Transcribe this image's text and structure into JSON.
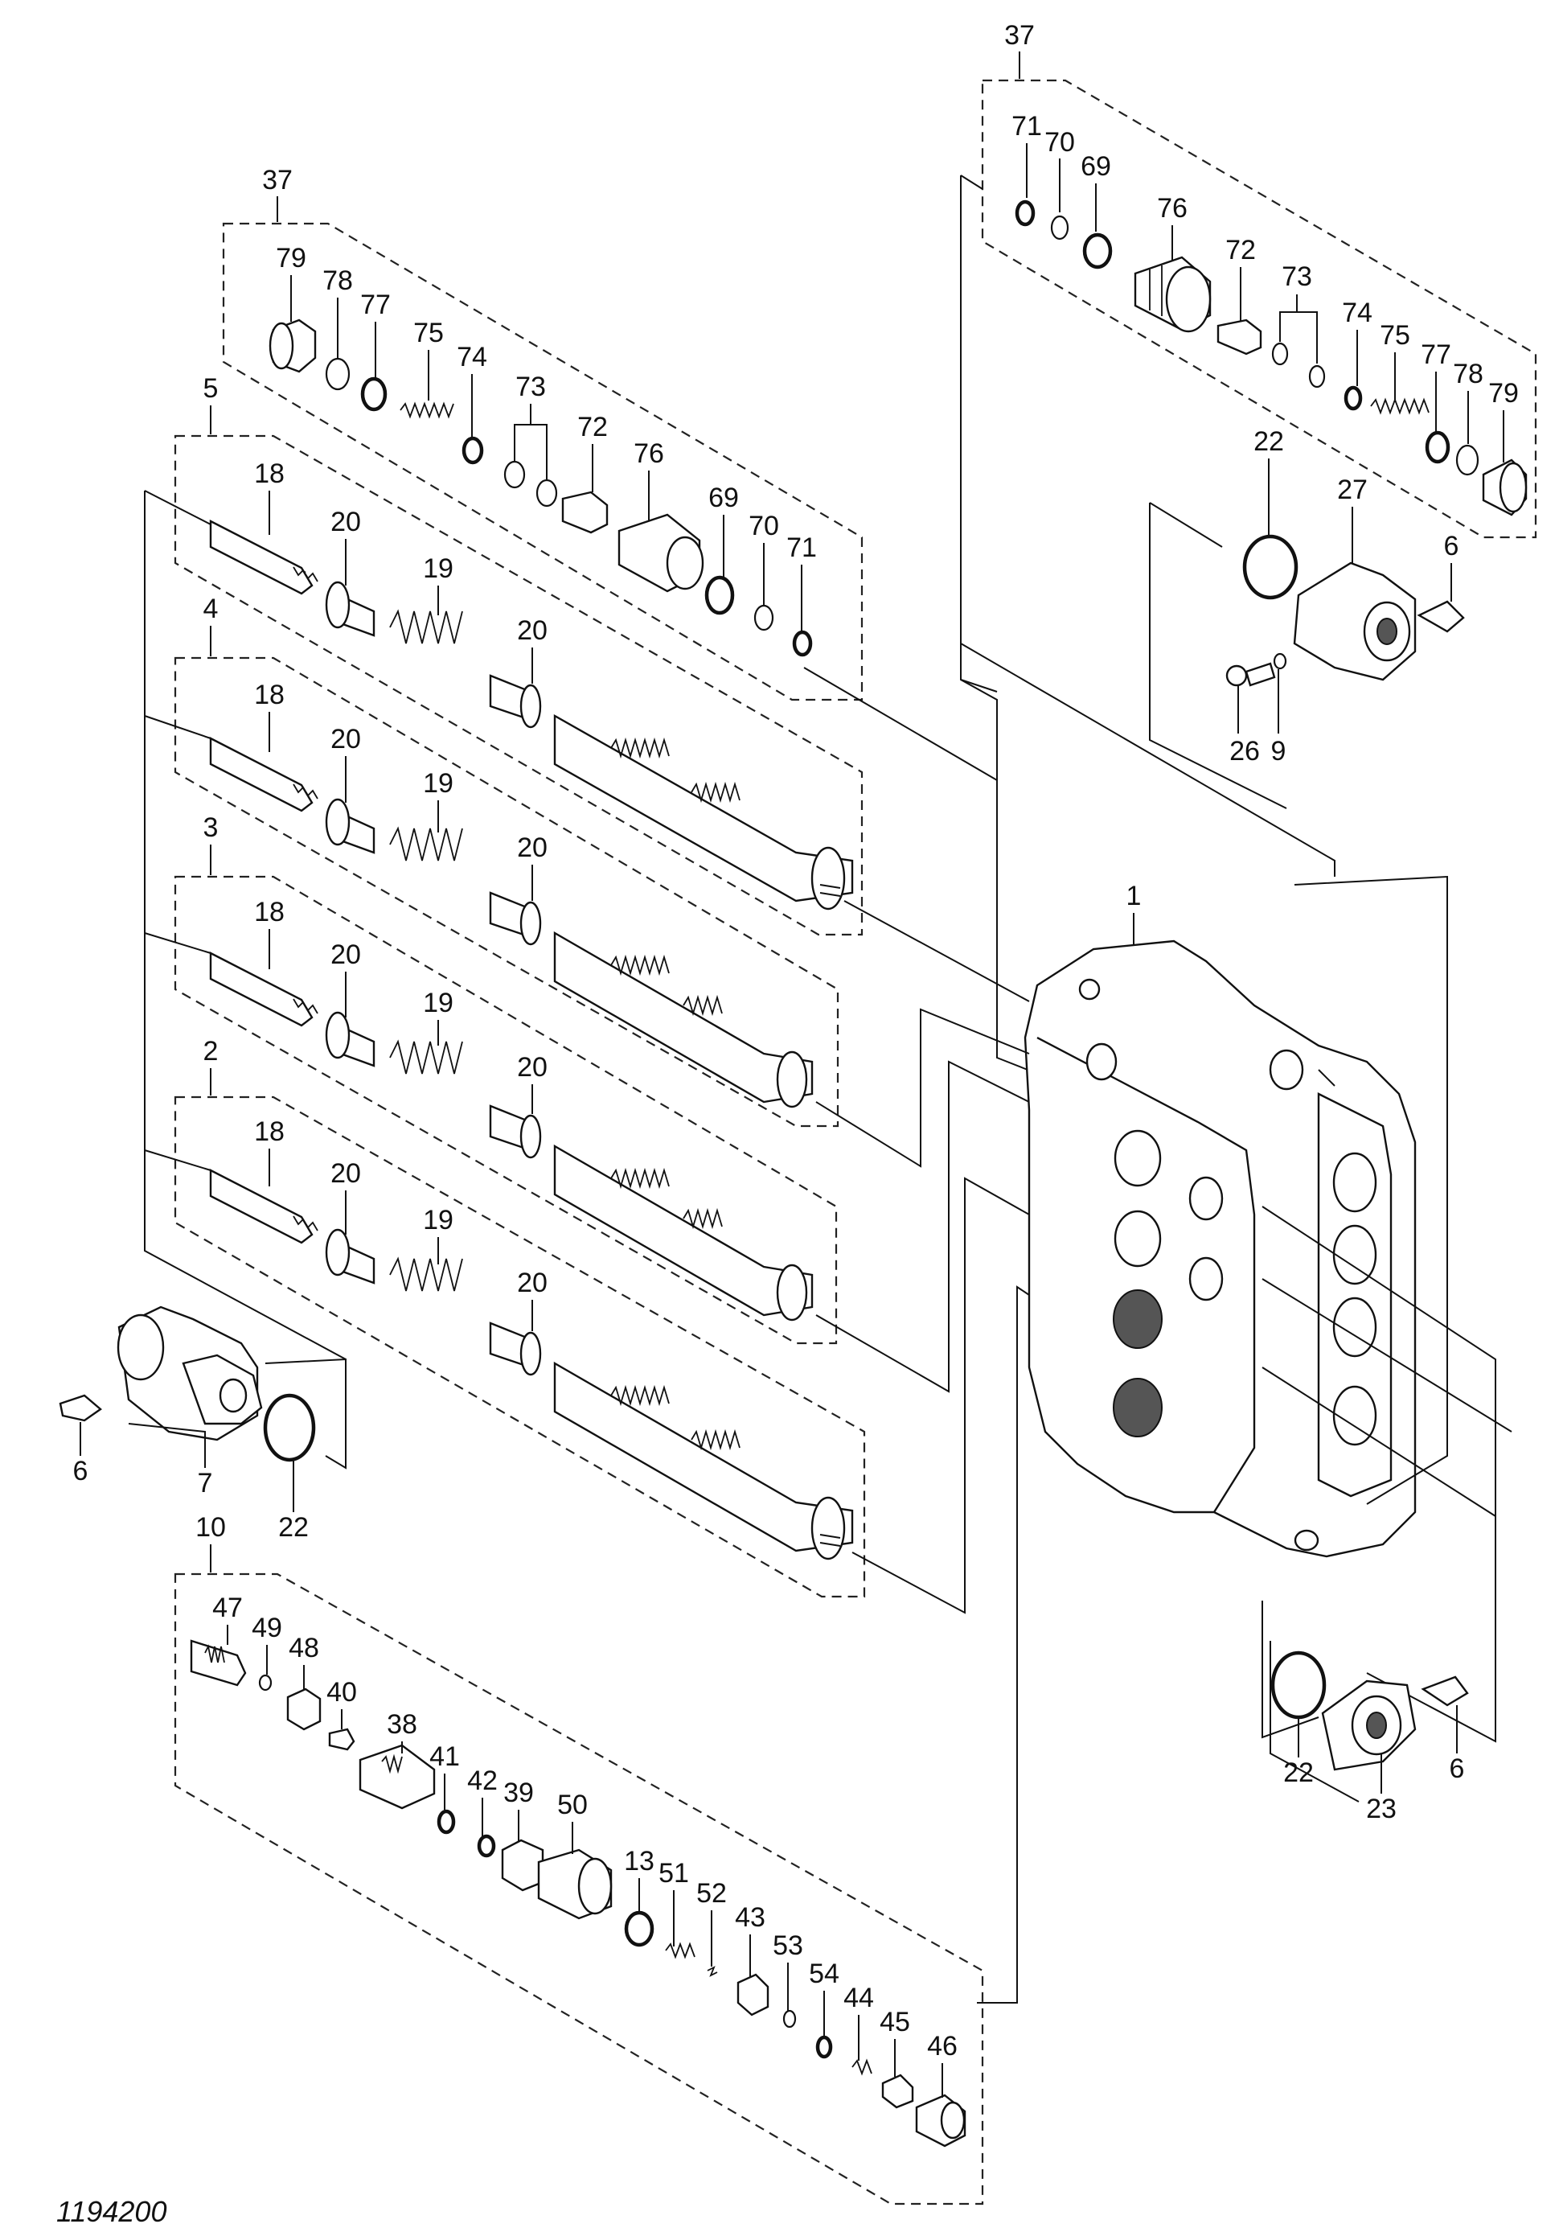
{
  "figure_id": "1194200",
  "groups": [
    {
      "label": "37",
      "role": "relief-valve-assembly-top-right"
    },
    {
      "label": "37",
      "role": "relief-valve-assembly-left"
    },
    {
      "label": "5",
      "role": "spool-assembly"
    },
    {
      "label": "4",
      "role": "spool-assembly"
    },
    {
      "label": "3",
      "role": "spool-assembly"
    },
    {
      "label": "2",
      "role": "spool-assembly"
    },
    {
      "label": "10",
      "role": "valve-assembly-bottom"
    }
  ],
  "callouts": {
    "rv_right": [
      "71",
      "70",
      "69",
      "76",
      "72",
      "73",
      "74",
      "75",
      "77",
      "78",
      "79"
    ],
    "rv_left": [
      "79",
      "78",
      "77",
      "75",
      "74",
      "73",
      "72",
      "76",
      "69",
      "70",
      "71"
    ],
    "spool": [
      "18",
      "20",
      "19",
      "20"
    ],
    "cover_right": [
      "22",
      "27",
      "6",
      "26",
      "9"
    ],
    "body": "1",
    "cover_left": [
      "6",
      "7",
      "22"
    ],
    "cover_bottom": [
      "22",
      "23",
      "6"
    ],
    "v10": [
      "47",
      "49",
      "48",
      "40",
      "38",
      "41",
      "42",
      "39",
      "50",
      "13",
      "51",
      "52",
      "43",
      "53",
      "54",
      "44",
      "45",
      "46"
    ]
  }
}
